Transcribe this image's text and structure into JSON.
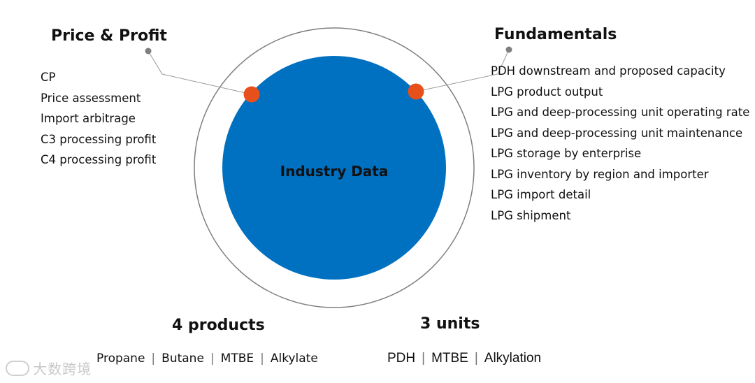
{
  "center": {
    "label": "Industry Data"
  },
  "price_profit": {
    "title": "Price & Profit",
    "items": [
      "CP",
      "Price assessment",
      "Import arbitrage",
      "C3 processing profit",
      "C4 processing profit"
    ]
  },
  "fundamentals": {
    "title": "Fundamentals",
    "items": [
      "PDH downstream and proposed capacity",
      "LPG product output",
      "LPG and deep-processing unit operating rate",
      "LPG and deep-processing unit maintenance",
      "LPG storage by enterprise",
      "LPG inventory by region and importer",
      "LPG import detail",
      "LPG shipment"
    ]
  },
  "products": {
    "title": "4 products",
    "items": [
      "Propane",
      "Butane",
      "MTBE",
      "Alkylate"
    ],
    "separator": "|"
  },
  "units": {
    "title": "3 units",
    "items": [
      "PDH",
      "MTBE",
      "Alkylation"
    ],
    "separator": "|"
  },
  "watermark": {
    "text": "大数跨境"
  },
  "colors": {
    "inner_circle": "#0070c0",
    "outer_ring": "#7f7f7f",
    "node_dot": "#e8501b",
    "leader_line": "#9a9a9a"
  }
}
